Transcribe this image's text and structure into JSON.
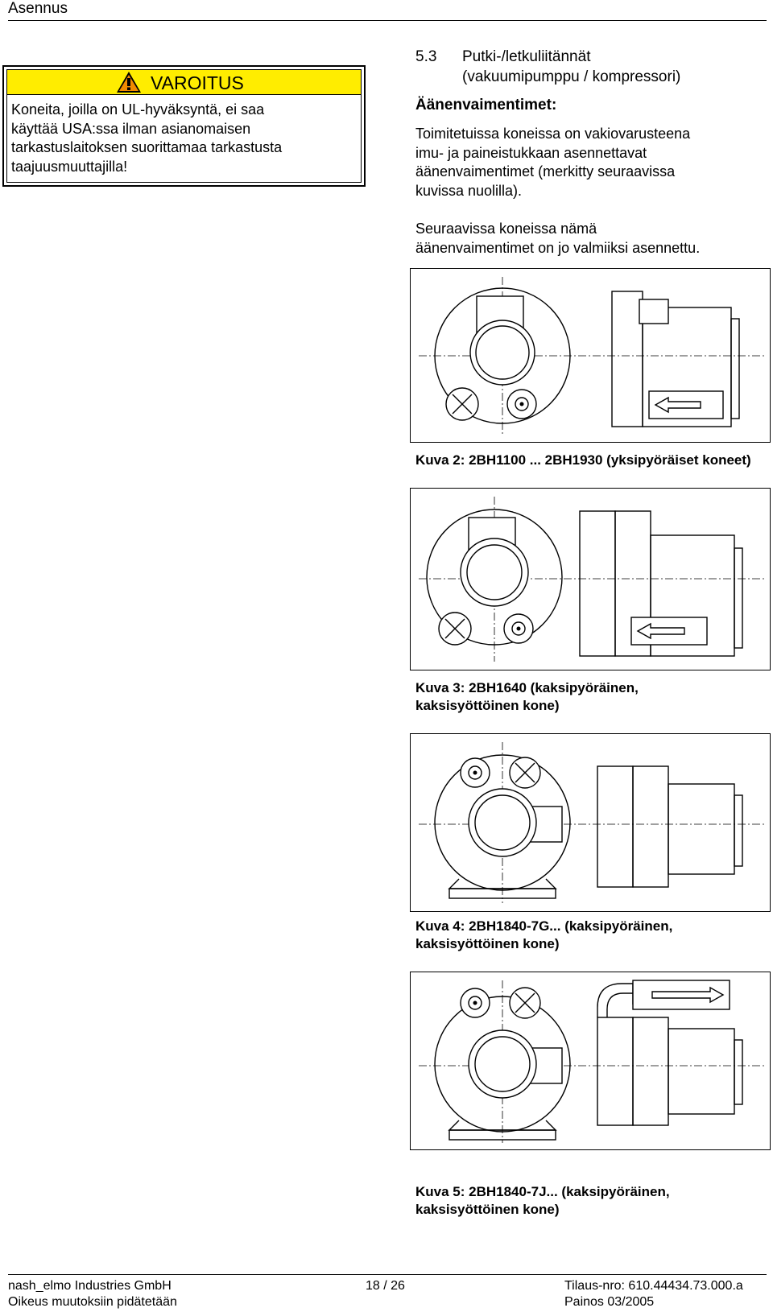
{
  "header": {
    "section": "Asennus"
  },
  "warning": {
    "title": "VAROITUS",
    "text_lines": [
      "Koneita, joilla on UL-hyväksyntä, ei saa",
      "käyttää USA:ssa ilman asianomaisen",
      "tarkastuslaitoksen suorittamaa tarkastusta",
      "taajuusmuuttajilla!"
    ],
    "colors": {
      "bar": "#ffed00"
    },
    "icon": "warning-triangle-icon"
  },
  "section": {
    "number": "5.3",
    "title_line1": "Putki-/letkuliitännät",
    "title_line2": "(vakuumipumppu / kompressori)",
    "subtitle": "Äänenvaimentimet:",
    "para1_lines": [
      "Toimitetuissa koneissa on vakiovarusteena",
      "imu- ja paineistukkaan asennettavat",
      "äänenvaimentimet (merkitty seuraavissa",
      "kuvissa nuolilla)."
    ],
    "para2_lines": [
      "Seuraavissa koneissa nämä",
      "äänenvaimentimet on jo valmiiksi asennettu."
    ]
  },
  "figures": [
    {
      "caption_lines": [
        "Kuva 2:  2BH1100 ... 2BH1930 (yksipyöräiset koneet)"
      ]
    },
    {
      "caption_lines": [
        "Kuva 3: 2BH1640 (kaksipyöräinen,",
        "kaksisyöttöinen kone)"
      ]
    },
    {
      "caption_lines": [
        "Kuva 4: 2BH1840-7G... (kaksipyöräinen,",
        "kaksisyöttöinen kone)"
      ]
    },
    {
      "caption_lines": [
        "Kuva 5: 2BH1840-7J... (kaksipyöräinen,",
        "kaksisyöttöinen kone)"
      ]
    }
  ],
  "footer": {
    "company": "nash_elmo Industries GmbH",
    "disclaimer": "Oikeus muutoksiin pidätetään",
    "page": "18 / 26",
    "order_no": "Tilaus-nro: 610.44434.73.000.a",
    "edition": "Painos 03/2005"
  }
}
